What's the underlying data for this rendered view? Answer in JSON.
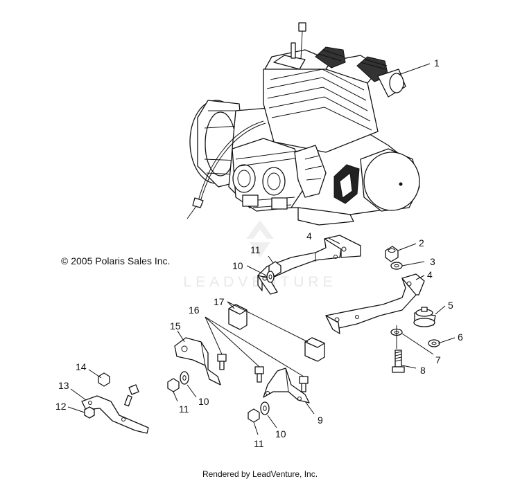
{
  "copyright": "© 2005 Polaris Sales Inc.",
  "footer": "Rendered by LeadVenture, Inc.",
  "watermark": {
    "text": "LEADVENTURE",
    "logo": "leadventure-logo"
  },
  "callouts": {
    "c1": "1",
    "c2": "2",
    "c3": "3",
    "c4a": "4",
    "c4b": "4",
    "c5": "5",
    "c6": "6",
    "c7": "7",
    "c8": "8",
    "c9": "9",
    "c10a": "10",
    "c10b": "10",
    "c10c": "10",
    "c11a": "11",
    "c11b": "11",
    "c11c": "11",
    "c12": "12",
    "c13": "13",
    "c14": "14",
    "c15": "15",
    "c16": "16",
    "c17": "17"
  }
}
